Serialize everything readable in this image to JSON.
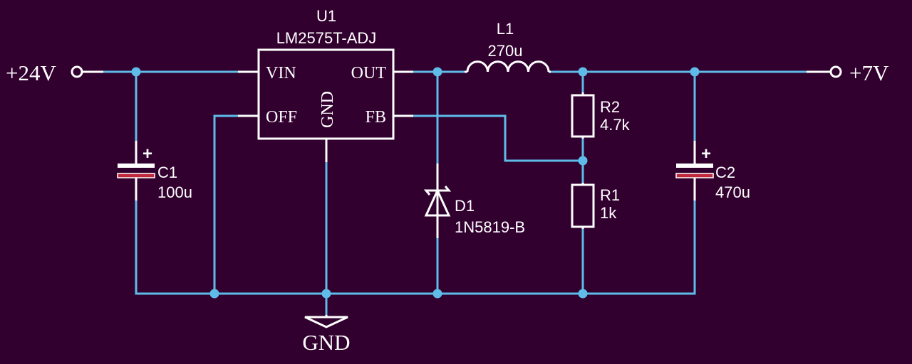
{
  "u1": {
    "ref": "U1",
    "value": "LM2575T-ADJ",
    "pins": {
      "vin": "VIN",
      "out": "OUT",
      "off": "OFF",
      "fb": "FB",
      "gnd": "GND"
    }
  },
  "c1": {
    "ref": "C1",
    "value": "100u",
    "polarity": "+"
  },
  "c2": {
    "ref": "C2",
    "value": "470u",
    "polarity": "+"
  },
  "l1": {
    "ref": "L1",
    "value": "270u"
  },
  "d1": {
    "ref": "D1",
    "value": "1N5819-B"
  },
  "r1": {
    "ref": "R1",
    "value": "1k"
  },
  "r2": {
    "ref": "R2",
    "value": "4.7k"
  },
  "ports": {
    "input": "+24V",
    "output": "+7V",
    "ground": "GND"
  },
  "colors": {
    "background": "#32002f",
    "wire": "#5fbbe8",
    "symbol": "#ffffff",
    "cap_plate": "#c0283c"
  }
}
